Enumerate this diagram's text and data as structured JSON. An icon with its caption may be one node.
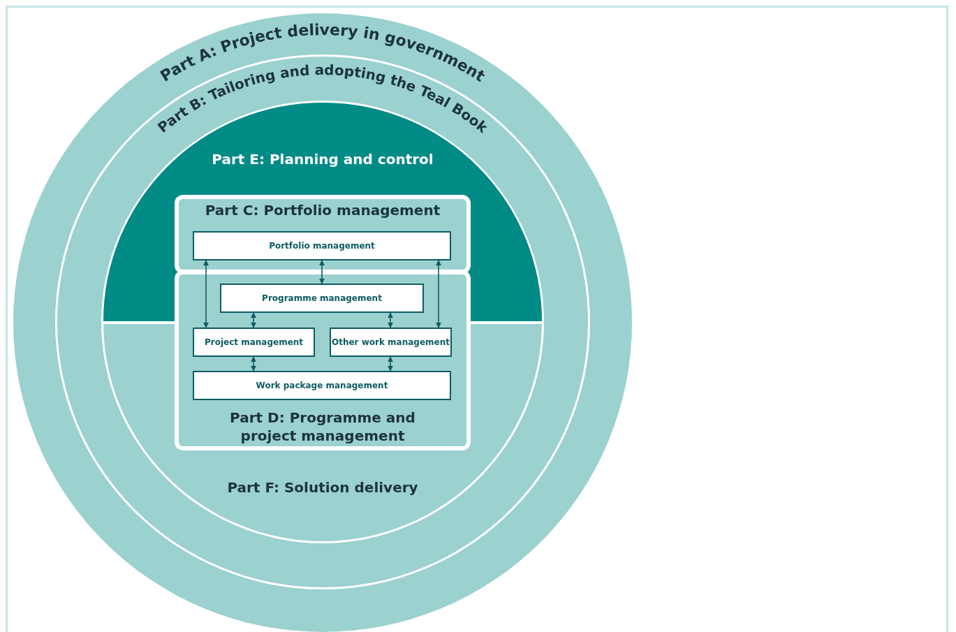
{
  "diagram": {
    "nodes": [
      {
        "text": [
          "Part A: Project delivery in government"
        ]
      },
      {
        "text": [
          "Part B: Tailoring and adopting the Teal Book"
        ],
        "in": 0
      },
      {
        "text": [
          "Part E: Planning and control",
          "Part F: Solution delivery"
        ],
        "in": 1
      },
      {
        "text": [
          "Part C: Portfolio management"
        ],
        "in": 2
      },
      {
        "text": [
          "Portfolio management"
        ],
        "in": 3
      },
      {
        "text": [
          "Part D: Programme and project management"
        ],
        "in": 2
      },
      {
        "text": [
          "Programme management"
        ],
        "in": 5
      },
      {
        "text": [
          "Project management"
        ],
        "in": 5
      },
      {
        "text": [
          "Other work management"
        ],
        "in": 5
      },
      {
        "text": [
          "Work package management"
        ],
        "in": 5
      }
    ],
    "edges": [
      {
        "from": 4,
        "to": 7,
        "arrow": "both"
      },
      {
        "from": 4,
        "to": 6,
        "arrow": "both"
      },
      {
        "from": 4,
        "to": 8,
        "arrow": "both"
      },
      {
        "from": 6,
        "to": 7,
        "arrow": "both"
      },
      {
        "from": 6,
        "to": 8,
        "arrow": "both"
      },
      {
        "from": 7,
        "to": 9,
        "arrow": "both"
      },
      {
        "from": 8,
        "to": 9,
        "arrow": "both"
      }
    ]
  }
}
